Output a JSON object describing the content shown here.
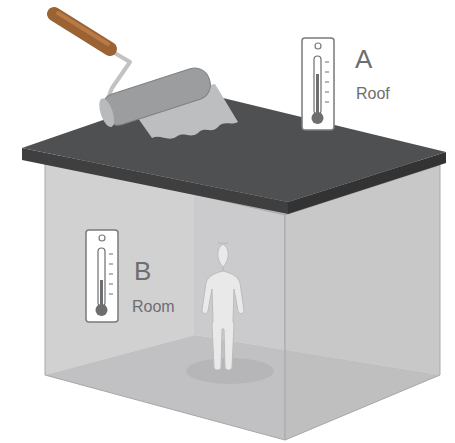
{
  "diagram": {
    "labels": [
      "A",
      "Roof",
      "B",
      "Room"
    ]
  }
}
